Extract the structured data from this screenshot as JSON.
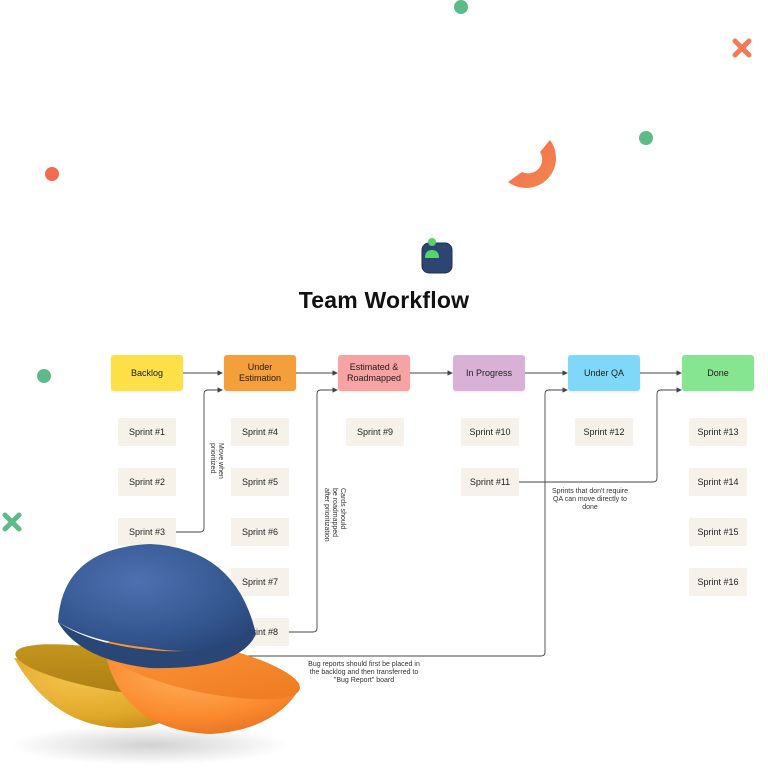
{
  "title": "Team Workflow",
  "stages": [
    {
      "label": "Backlog",
      "color": "#fde047"
    },
    {
      "label": "Under Estimation",
      "color": "#f59e3c"
    },
    {
      "label": "Estimated & Roadmapped",
      "color": "#f8a3a3"
    },
    {
      "label": "In Progress",
      "color": "#d9b1d6"
    },
    {
      "label": "Under QA",
      "color": "#7fd8f7"
    },
    {
      "label": "Done",
      "color": "#86e590"
    }
  ],
  "cards": [
    {
      "label": "Sprint #1"
    },
    {
      "label": "Sprint #2"
    },
    {
      "label": "Sprint #3"
    },
    {
      "label": "Sprint #4"
    },
    {
      "label": "Sprint #5"
    },
    {
      "label": "Sprint #6"
    },
    {
      "label": "Sprint #7"
    },
    {
      "label": "Sprint #8"
    },
    {
      "label": "Sprint #9"
    },
    {
      "label": "Sprint #10"
    },
    {
      "label": "Sprint #11"
    },
    {
      "label": "Sprint #12"
    },
    {
      "label": "Sprint #13"
    },
    {
      "label": "Sprint #14"
    },
    {
      "label": "Sprint #15"
    },
    {
      "label": "Sprint #16"
    }
  ],
  "notes": {
    "move_when_prioritized": "Move when\nprioritized",
    "cards_roadmapped": "Cards should\nbe roadmapped\nafter prioritization",
    "sprints_no_qa": "Sprints that don't require QA can move directly to done",
    "bug_reports": "Bug reports should first be placed in the backlog and then transferred to \"Bug Report\" board"
  },
  "colors": {
    "dot_green": "#5dbb8a",
    "accent_orange": "#f26b4f",
    "cross_orange": "#f47b55",
    "cross_green": "#5dbb8a",
    "icon_navy": "#2f4571",
    "icon_green": "#56d36b",
    "sphere_blue": "#34568f",
    "sphere_orange": "#fb8a2e",
    "sphere_yellow": "#e0a82a"
  },
  "icons": [
    "person-block-icon",
    "close-cross-icon"
  ]
}
